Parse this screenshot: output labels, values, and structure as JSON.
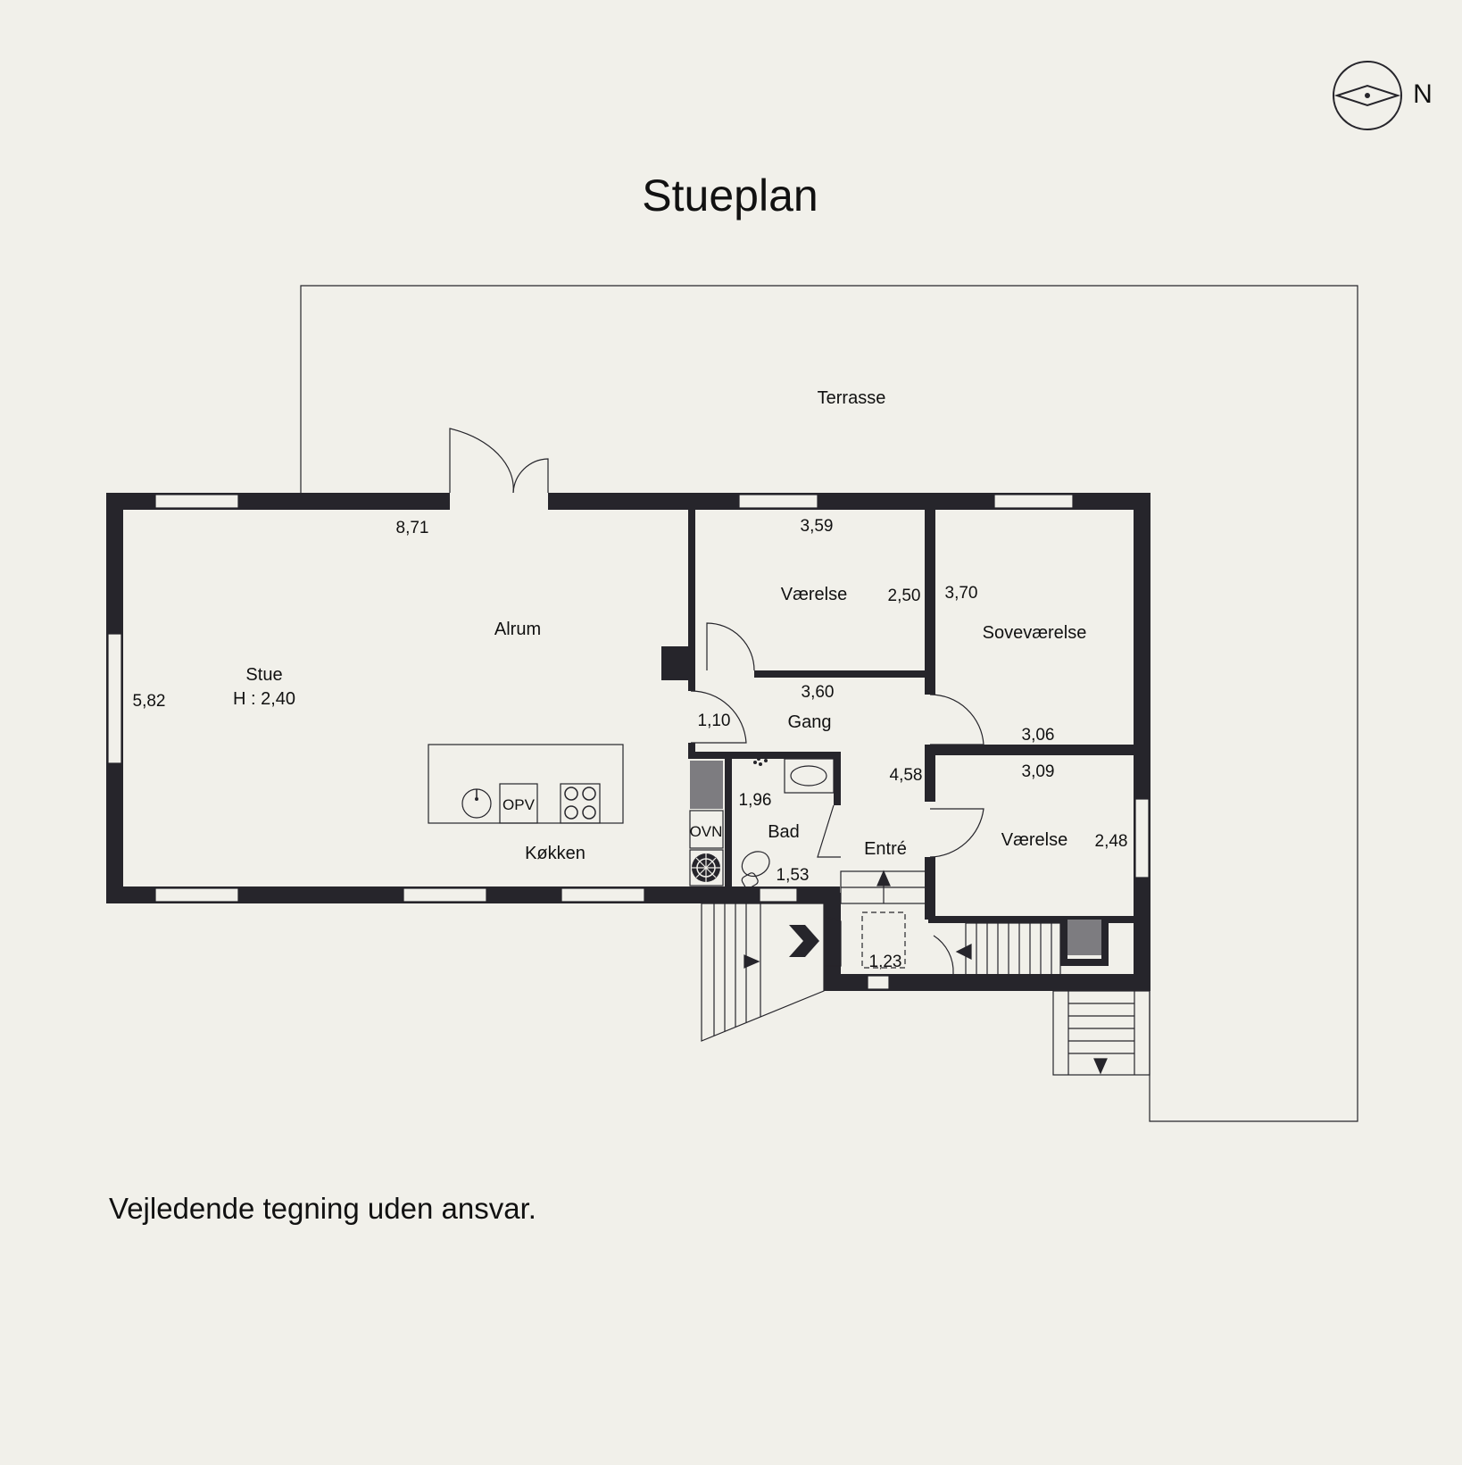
{
  "title": "Stueplan",
  "compass": {
    "label": "N"
  },
  "rooms": {
    "terrasse": "Terrasse",
    "alrum": "Alrum",
    "stue": "Stue",
    "stue_height": "H : 2,40",
    "kokken": "Køkken",
    "vaerelse1": "Værelse",
    "sovevaerelse": "Soveværelse",
    "gang": "Gang",
    "bad": "Bad",
    "entre": "Entré",
    "vaerelse2": "Værelse"
  },
  "fixtures": {
    "opv": "OPV",
    "ovn": "OVN"
  },
  "dimensions": {
    "d871": "8,71",
    "d582": "5,82",
    "d359": "3,59",
    "d250": "2,50",
    "d370": "3,70",
    "d360": "3,60",
    "d110": "1,10",
    "d306": "3,06",
    "d458": "4,58",
    "d309": "3,09",
    "d196": "1,96",
    "d153": "1,53",
    "d248": "2,48",
    "d123": "1,23"
  },
  "disclaimer": "Vejledende tegning uden ansvar."
}
